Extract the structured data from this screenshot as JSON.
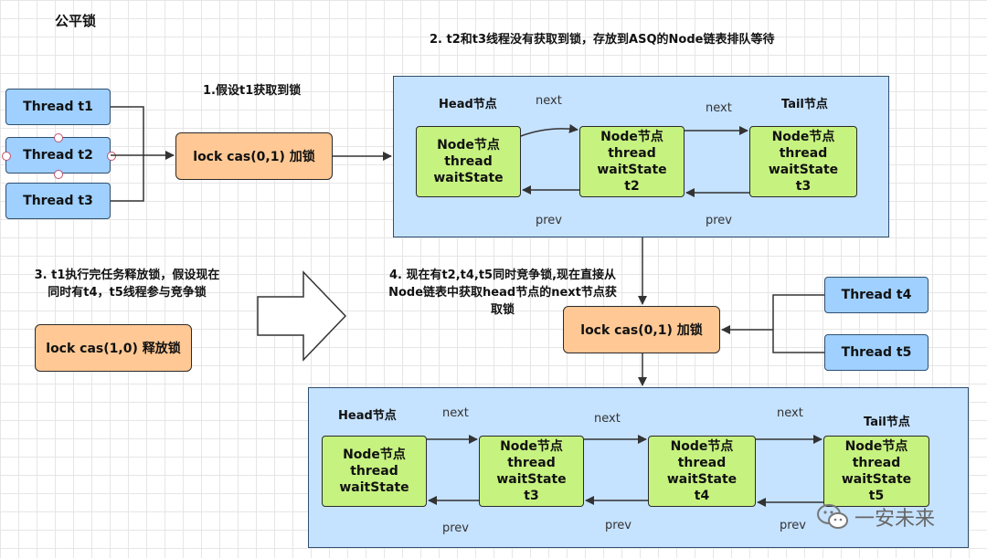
{
  "title": "公平锁",
  "steps": {
    "s1": "1.假设t1获取到锁",
    "s2": "2. t2和t3线程没有获取到锁，存放到ASQ的Node链表排队等待",
    "s3_line1": "3. t1执行完任务释放锁，假设现在",
    "s3_line2": "同时有t4，t5线程参与竞争锁",
    "s4_line1": "4. 现在有t2,t4,t5同时竞争锁,现在直接从",
    "s4_line2": "Node链表中获取head节点的next节点获",
    "s4_line3": "取锁"
  },
  "threads": {
    "t1": "Thread t1",
    "t2": "Thread t2",
    "t3": "Thread t3",
    "t4": "Thread t4",
    "t5": "Thread t5"
  },
  "locks": {
    "acquire1": "lock cas(0,1) 加锁",
    "release": "lock cas(1,0) 释放锁",
    "acquire2": "lock cas(0,1) 加锁"
  },
  "queue1": {
    "head_label": "Head节点",
    "tail_label": "Tail节点",
    "next": "next",
    "prev": "prev",
    "nodes": [
      {
        "l1": "Node节点",
        "l2": "thread",
        "l3": "waitState",
        "l4": ""
      },
      {
        "l1": "Node节点",
        "l2": "thread",
        "l3": "waitState",
        "l4": "t2"
      },
      {
        "l1": "Node节点",
        "l2": "thread",
        "l3": "waitState",
        "l4": "t3"
      }
    ]
  },
  "queue2": {
    "head_label": "Head节点",
    "tail_label": "Tail节点",
    "next": "next",
    "prev": "prev",
    "nodes": [
      {
        "l1": "Node节点",
        "l2": "thread",
        "l3": "waitState",
        "l4": ""
      },
      {
        "l1": "Node节点",
        "l2": "thread",
        "l3": "waitState",
        "l4": "t3"
      },
      {
        "l1": "Node节点",
        "l2": "thread",
        "l3": "waitState",
        "l4": "t4"
      },
      {
        "l1": "Node节点",
        "l2": "thread",
        "l3": "waitState",
        "l4": "t5"
      }
    ]
  },
  "watermark": "一安未来",
  "colors": {
    "thread": "#9fd0ff",
    "lock": "#ffc894",
    "queue": "#c5e2ff",
    "node": "#c6f27f"
  }
}
